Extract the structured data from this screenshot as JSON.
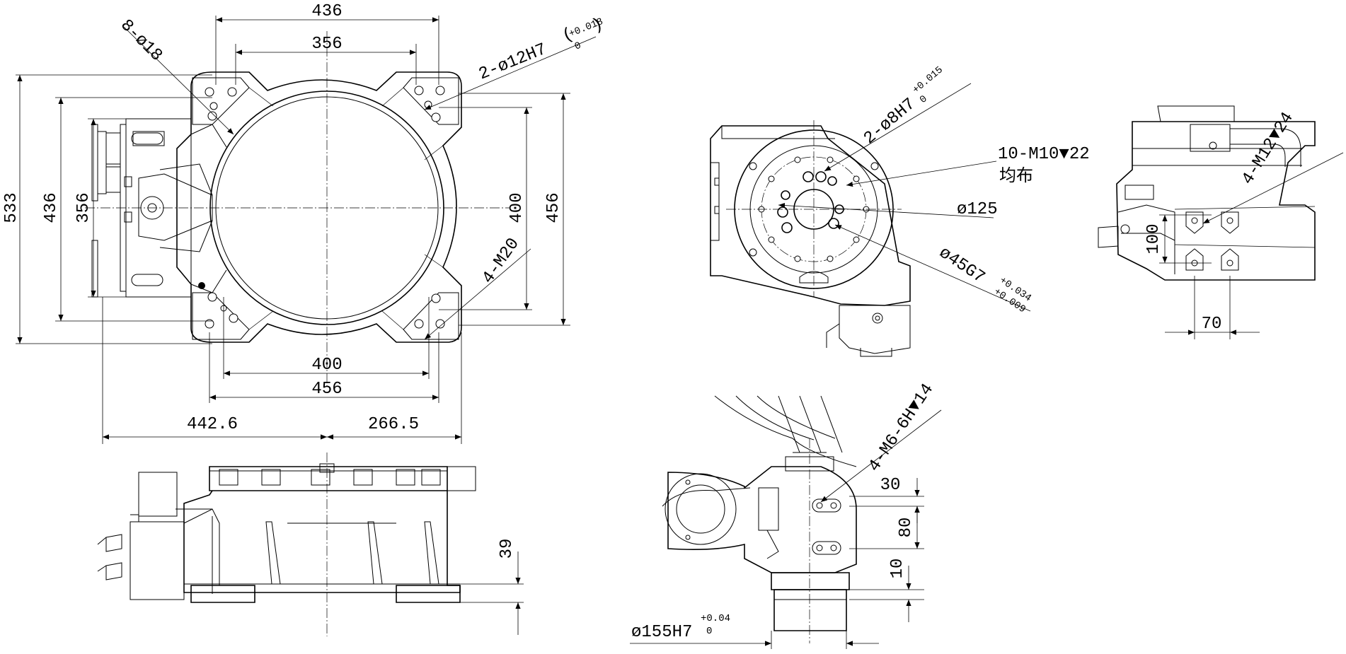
{
  "drawing": {
    "plan_view": {
      "dim_top_outer": "436",
      "dim_top_inner": "356",
      "callout_holes": "8-ø18",
      "callout_pins": "2-ø12H7",
      "tol_pins_upper": "+0.018",
      "tol_pins_lower": "0",
      "dim_left_overall": "533",
      "dim_left_outer": "436",
      "dim_left_inner": "356",
      "dim_right_inner": "400",
      "dim_right_outer": "456",
      "callout_threads": "4-M20",
      "dim_bottom_inner": "400",
      "dim_bottom_outer": "456",
      "dim_left_offset": "442.6",
      "dim_right_offset": "266.5"
    },
    "flange_view": {
      "callout_pins": "2-ø8H7",
      "tol_pins_upper": "+0.015",
      "tol_pins_lower": "0",
      "callout_threads": "10-M10▼22",
      "note_threads": "均布",
      "callout_pcd": "ø125",
      "callout_bore": "ø45G7",
      "tol_bore_upper": "+0.034",
      "tol_bore_lower": "+0.009"
    },
    "right_view": {
      "callout_threads": "4-M12▼24",
      "dim_vertical": "100",
      "dim_horizontal": "70"
    },
    "side_view": {
      "dim_height": "39"
    },
    "bottom_view": {
      "callout_threads": "4-M6-6H▼14",
      "dim_a": "30",
      "dim_b": "80",
      "dim_c": "10",
      "callout_bore": "ø155H7",
      "tol_bore_upper": "+0.04",
      "tol_bore_lower": "0"
    }
  }
}
